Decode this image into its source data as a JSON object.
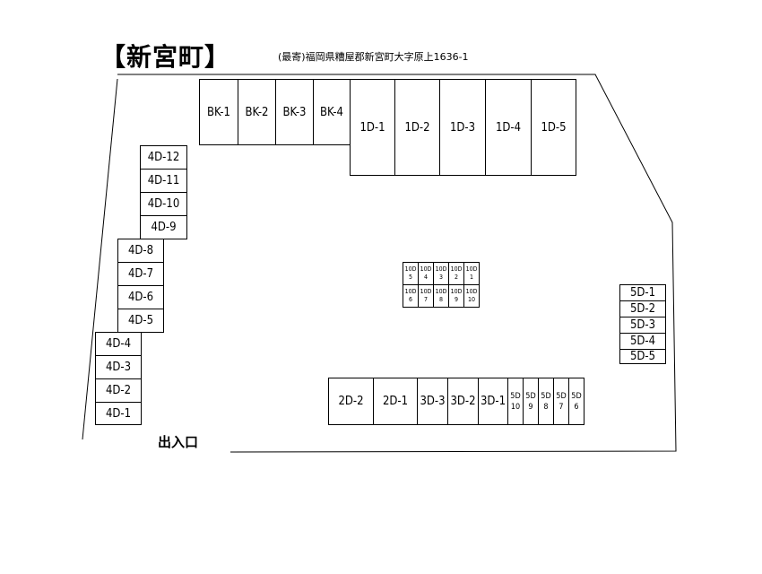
{
  "header": {
    "title": "【新宮町】",
    "address": "(最寄)福岡県糟屋郡新宮町大字原上1636-1"
  },
  "entrance_label": "出入口",
  "top_row": {
    "bk": [
      "BK-1",
      "BK-2",
      "BK-3",
      "BK-4"
    ],
    "d1": [
      "1D-1",
      "1D-2",
      "1D-3",
      "1D-4",
      "1D-5"
    ]
  },
  "left_column": {
    "d4": [
      "4D-12",
      "4D-11",
      "4D-10",
      "4D-9",
      "4D-8",
      "4D-7",
      "4D-6",
      "4D-5",
      "4D-4",
      "4D-3",
      "4D-2",
      "4D-1"
    ]
  },
  "center_block": {
    "top": [
      "10D\n5",
      "10D\n4",
      "10D\n3",
      "10D\n2",
      "10D\n1"
    ],
    "bottom": [
      "10D\n6",
      "10D\n7",
      "10D\n8",
      "10D\n9",
      "10D\n10"
    ]
  },
  "right_column": {
    "d5": [
      "5D-1",
      "5D-2",
      "5D-3",
      "5D-4",
      "5D-5"
    ]
  },
  "bottom_row": {
    "d2": [
      "2D-2",
      "2D-1"
    ],
    "d3": [
      "3D-3",
      "3D-2",
      "3D-1"
    ],
    "d5": [
      "5D\n10",
      "5D\n9",
      "5D\n8",
      "5D\n7",
      "5D\n6"
    ]
  }
}
